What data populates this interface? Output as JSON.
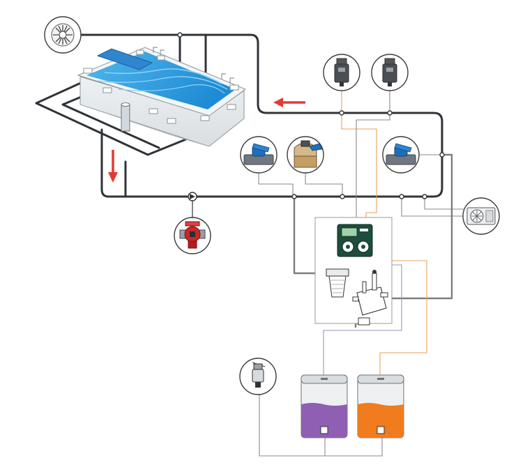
{
  "colors": {
    "pipe_main": "#2f3338",
    "pipe_secondary": "#7d7d7d",
    "pipe_chlorine": "#9c96b8",
    "pipe_ph": "#e8a25a",
    "pool_water": "#2d9ee0",
    "arrow": "#e53935",
    "valve_blue": "#1f6fb8",
    "controller_green": "#1e4d3c",
    "pump_red": "#c62828",
    "tank_purple": "#8e5fb3",
    "tank_orange": "#f07c1e"
  },
  "components": [
    {
      "id": "skimmer",
      "icon": "skimmer-icon"
    },
    {
      "id": "pool",
      "icon": "pool-icon"
    },
    {
      "id": "circulation-pump",
      "icon": "pump-icon"
    },
    {
      "id": "sensor-1",
      "icon": "probe-sensor-icon"
    },
    {
      "id": "sensor-2",
      "icon": "probe-sensor-icon"
    },
    {
      "id": "valve-1",
      "icon": "ball-valve-icon"
    },
    {
      "id": "sand-filter",
      "icon": "sand-filter-icon"
    },
    {
      "id": "valve-2",
      "icon": "ball-valve-icon"
    },
    {
      "id": "heat-pump",
      "icon": "heat-pump-icon"
    },
    {
      "id": "dosing-controller",
      "icon": "controller-icon"
    },
    {
      "id": "pre-filter",
      "icon": "strainer-icon"
    },
    {
      "id": "probe-chamber",
      "icon": "probe-chamber-icon"
    },
    {
      "id": "injection-valve",
      "icon": "injector-icon"
    },
    {
      "id": "chemical-tank-1",
      "icon": "purple-tank-icon",
      "fill_level": 0.58
    },
    {
      "id": "chemical-tank-2",
      "icon": "orange-tank-icon",
      "fill_level": 0.58
    }
  ],
  "flow_arrows": [
    {
      "id": "return-arrow",
      "direction": "left"
    },
    {
      "id": "suction-arrow",
      "direction": "down"
    }
  ]
}
